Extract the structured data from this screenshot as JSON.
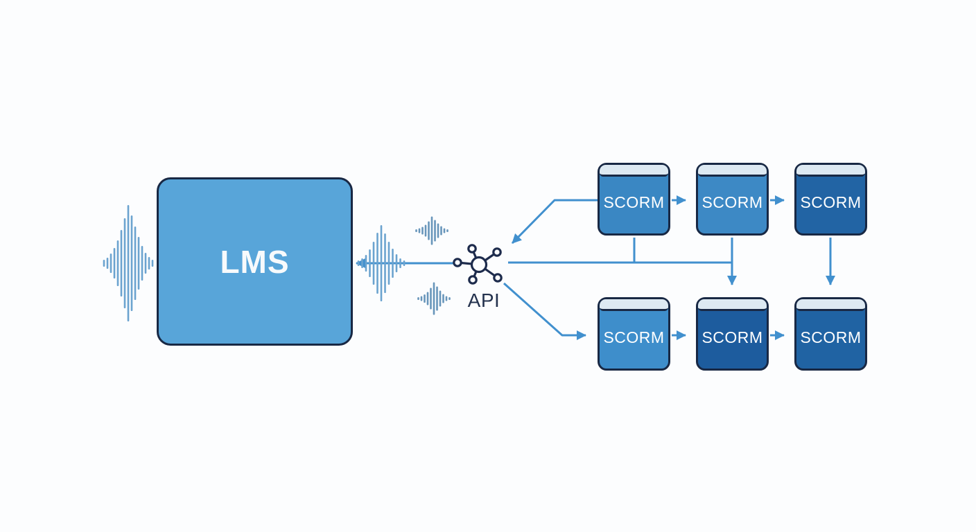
{
  "palette": {
    "background": "#fcfdfe",
    "lms_fill": "#58a5d9",
    "box_border": "#182844",
    "arrow": "#4190ce",
    "api_icon": "#1d2b4c",
    "api_text": "#24324e",
    "waveform_large": "#6ba3cf",
    "waveform_small": "#6795ba",
    "label_text": "#ffffff"
  },
  "lms": {
    "label": "LMS"
  },
  "api": {
    "label": "API",
    "icon": "network-hub-icon"
  },
  "waveform_icon": "audio-waveform-icon",
  "scorm": {
    "cap_fill": "#dde9f2",
    "rows": [
      {
        "items": [
          {
            "label": "SCORM",
            "fill": "#3a87c3"
          },
          {
            "label": "SCORM",
            "fill": "#3d89c5"
          },
          {
            "label": "SCORM",
            "fill": "#2264a4"
          }
        ]
      },
      {
        "items": [
          {
            "label": "SCORM",
            "fill": "#3e8ecb"
          },
          {
            "label": "SCORM",
            "fill": "#1d5c9e"
          },
          {
            "label": "SCORM",
            "fill": "#2063a3"
          }
        ]
      }
    ]
  },
  "edges": [
    "api -> lms (arrow into LMS)",
    "scorm-top-1 -> api (arrow into API)",
    "api -- bus line -- scorm-top-1, scorm-top-2",
    "scorm-top-2 -> scorm-bottom-2 (down arrow)",
    "scorm-top-3 -> scorm-bottom-3 (down arrow)",
    "api -> scorm-bottom-1 (arrow)",
    "scorm-top-1 -> scorm-top-2 -> scorm-top-3 (right arrows)",
    "scorm-bottom-1 -> scorm-bottom-2 -> scorm-bottom-3 (right arrows)"
  ]
}
